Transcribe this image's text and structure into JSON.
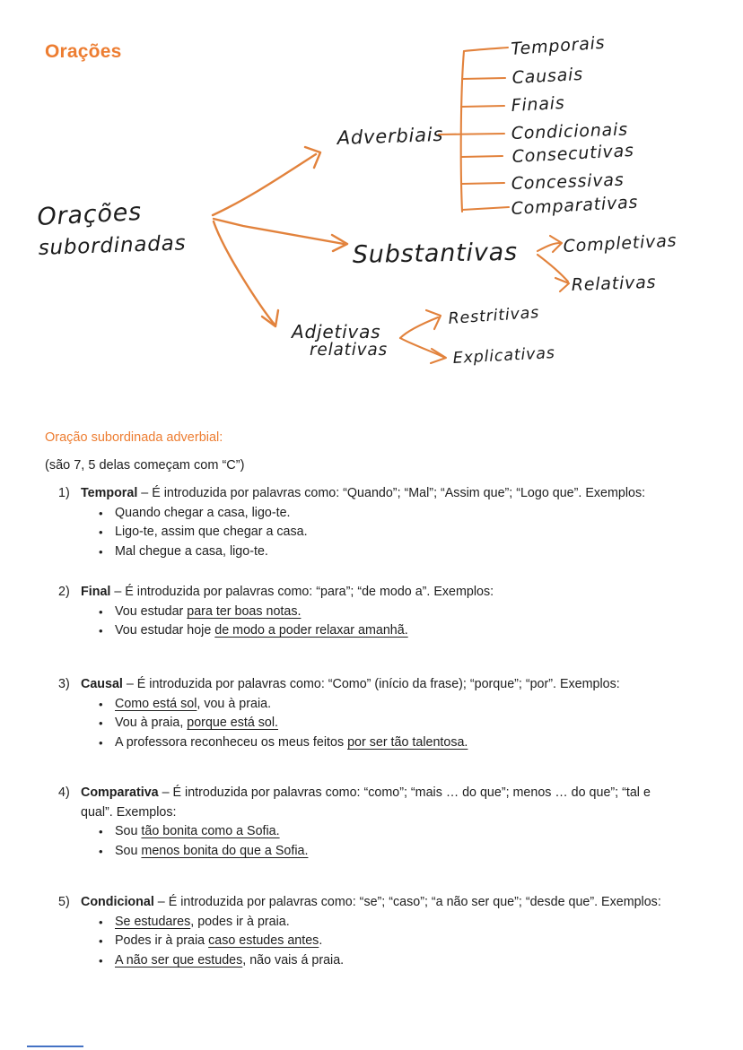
{
  "page": {
    "title": "Orações",
    "accent_color": "#ED7D31",
    "pen_color": "#E2823C",
    "footer_line_color": "#4472C4"
  },
  "diagram": {
    "root_line1": "Orações",
    "root_line2": "subordinadas",
    "adverbiais_label": "Adverbiais",
    "adverbiais_children": [
      "Temporais",
      "Causais",
      "Finais",
      "Condicionais",
      "Consecutivas",
      "Concessivas",
      "Comparativas"
    ],
    "substantivas_label": "Substantivas",
    "substantivas_children": [
      "Completivas",
      "Relativas"
    ],
    "adjetivas_line1": "Adjetivas",
    "adjetivas_line2": "relativas",
    "adjetivas_children": [
      "Restritivas",
      "Explicativas"
    ]
  },
  "section": {
    "heading": "Oração subordinada adverbial:",
    "subtitle": "(são 7, 5 delas começam com “C”)",
    "bullet_glyph": "•",
    "items": [
      {
        "num": "1)",
        "term": "Temporal",
        "desc": " – É introduzida por palavras como: “Quando”; “Mal”; “Assim que”; “Logo que”. Exemplos:",
        "examples": [
          {
            "pre": "Quando chegar a casa, ligo-te.",
            "und": "",
            "post": ""
          },
          {
            "pre": "Ligo-te, assim que chegar a casa.",
            "und": "",
            "post": ""
          },
          {
            "pre": "Mal chegue a casa, ligo-te.",
            "und": "",
            "post": ""
          }
        ]
      },
      {
        "num": "2)",
        "term": "Final",
        "desc": " – É introduzida por palavras como: “para”; “de modo a”. Exemplos:",
        "examples": [
          {
            "pre": "Vou estudar ",
            "und": "para ter boas notas.",
            "post": ""
          },
          {
            "pre": "Vou estudar hoje ",
            "und": "de modo a poder relaxar amanhã.",
            "post": ""
          }
        ]
      },
      {
        "num": "3)",
        "term": "Causal",
        "desc": " – É introduzida por palavras como: “Como” (início da frase); “porque”; “por”. Exemplos:",
        "examples": [
          {
            "pre": "",
            "und": "Como está sol",
            "post": ", vou à praia."
          },
          {
            "pre": "Vou à praia, ",
            "und": "porque está sol.",
            "post": ""
          },
          {
            "pre": "A professora reconheceu os meus feitos ",
            "und": "por ser tão talentosa.",
            "post": ""
          }
        ]
      },
      {
        "num": "4)",
        "term": "Comparativa",
        "desc": " – É introduzida por palavras como: “como”; “mais … do que”; menos … do que”; “tal e qual”. Exemplos:",
        "examples": [
          {
            "pre": "Sou ",
            "und": "tão bonita como a Sofia.",
            "post": ""
          },
          {
            "pre": "Sou ",
            "und": "menos bonita do que a Sofia.",
            "post": ""
          }
        ]
      },
      {
        "num": "5)",
        "term": "Condicional",
        "desc": " – É introduzida por palavras como: “se”; “caso”; “a não ser que”; “desde que”. Exemplos:",
        "examples": [
          {
            "pre": "",
            "und": "Se estudares",
            "post": ", podes ir à praia."
          },
          {
            "pre": "Podes ir à praia ",
            "und": "caso estudes antes",
            "post": "."
          },
          {
            "pre": "",
            "und": "A não ser que estudes",
            "post": ", não vais á praia."
          }
        ]
      }
    ]
  }
}
